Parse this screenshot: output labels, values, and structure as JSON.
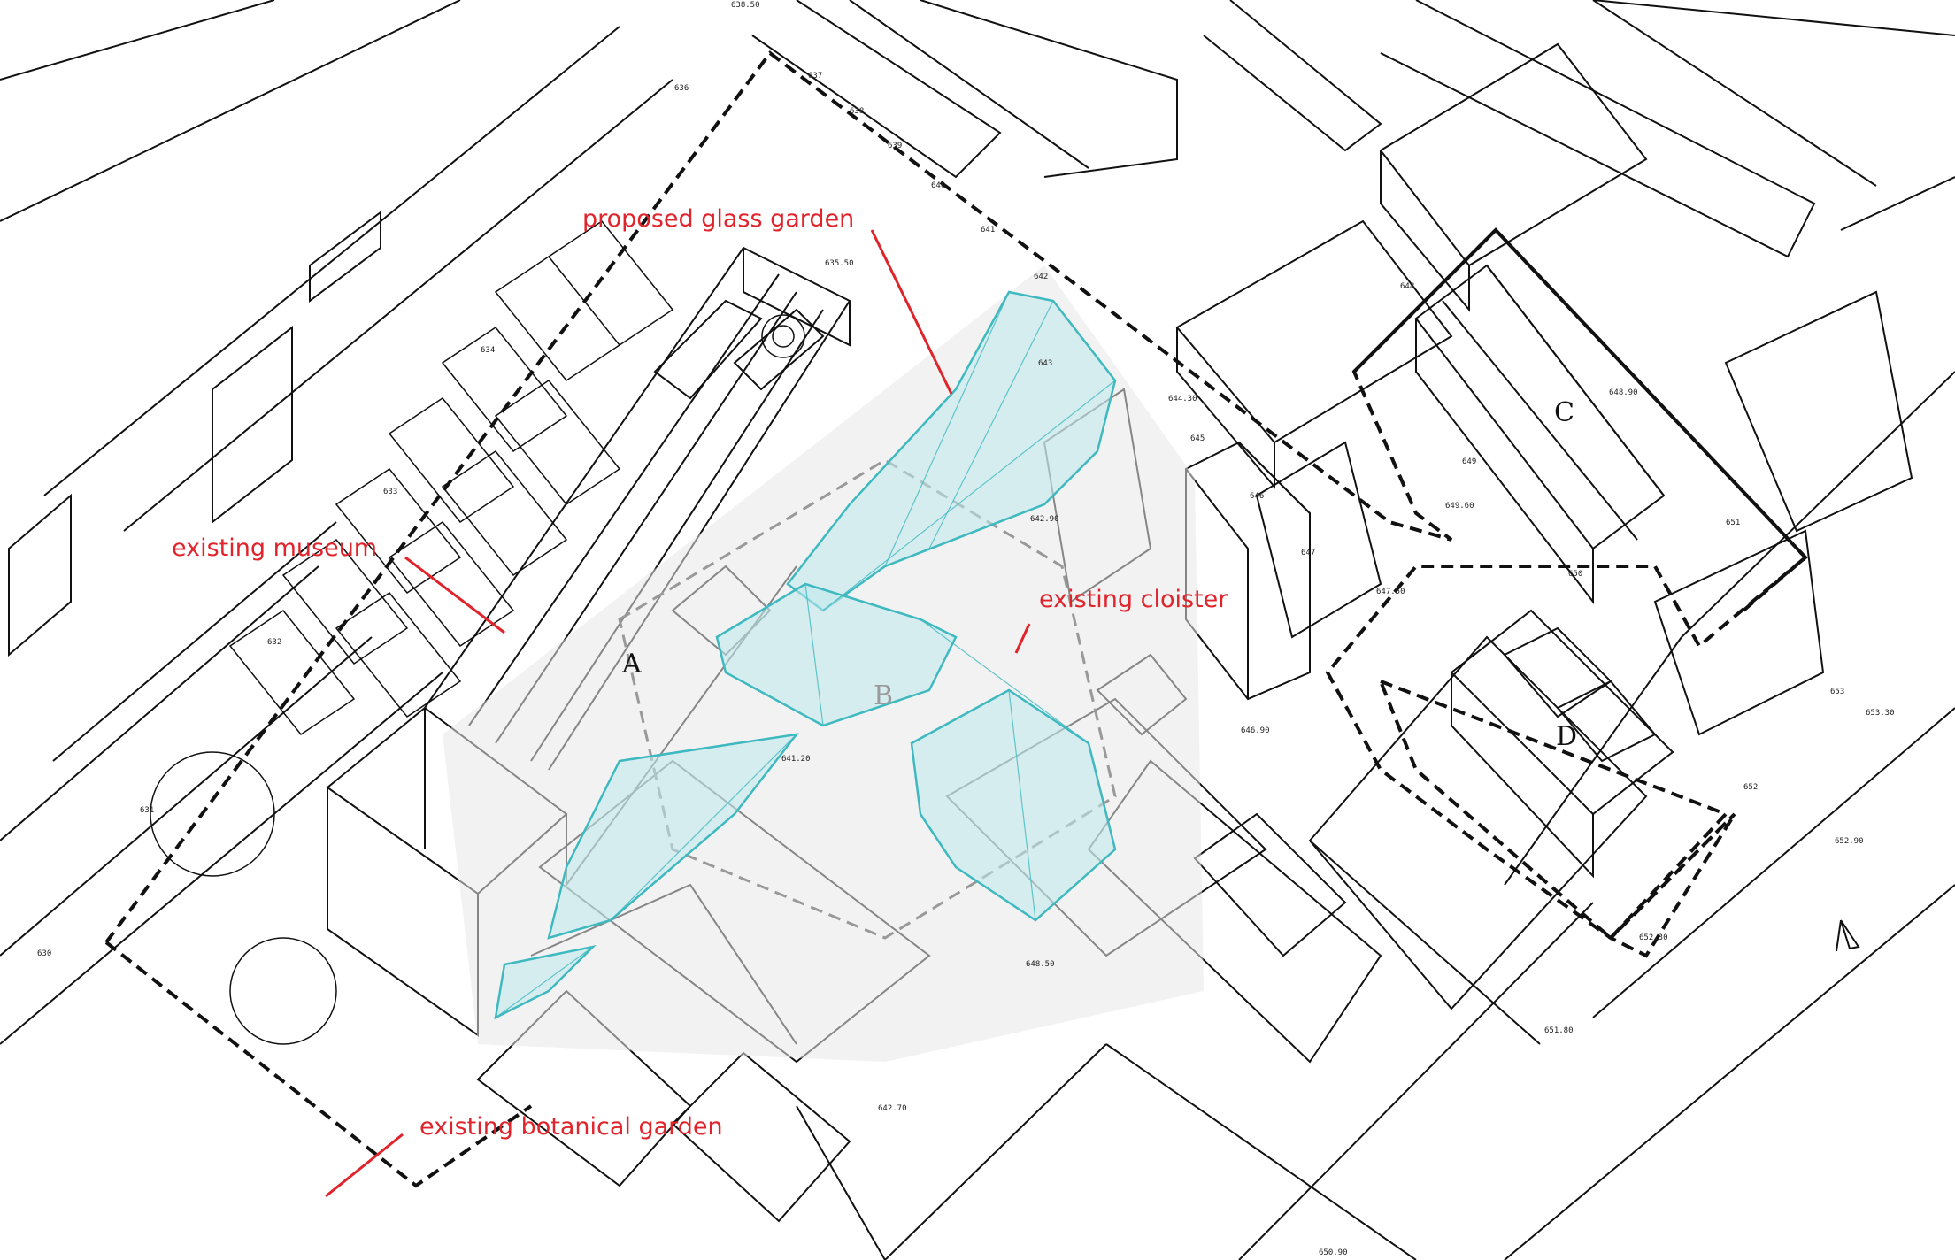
{
  "annotations": {
    "proposed_glass_garden": "proposed glass garden",
    "existing_museum": "existing museum",
    "existing_cloister": "existing cloister",
    "existing_botanical_garden": "existing botanical garden"
  },
  "building_labels": {
    "a": "A",
    "b": "B",
    "c": "C",
    "d": "D"
  },
  "elevation_labels": [
    "638.50",
    "637",
    "638",
    "636",
    "639",
    "640",
    "641",
    "642",
    "643",
    "644.30",
    "645",
    "646",
    "647",
    "648",
    "649",
    "650",
    "651",
    "652",
    "653",
    "635.50",
    "634",
    "633",
    "632",
    "631",
    "630",
    "647.50",
    "646.90",
    "648.90",
    "649.60",
    "652.30",
    "651.80",
    "652.90",
    "653.30",
    "642.70",
    "650.90",
    "642.90",
    "641.20",
    "648.50"
  ],
  "colors": {
    "annotation": "#e0242c",
    "glass_outline": "#3fb9c0",
    "glass_fill": "#bfeaec",
    "linework": "#111111",
    "boundary": "#111111"
  }
}
